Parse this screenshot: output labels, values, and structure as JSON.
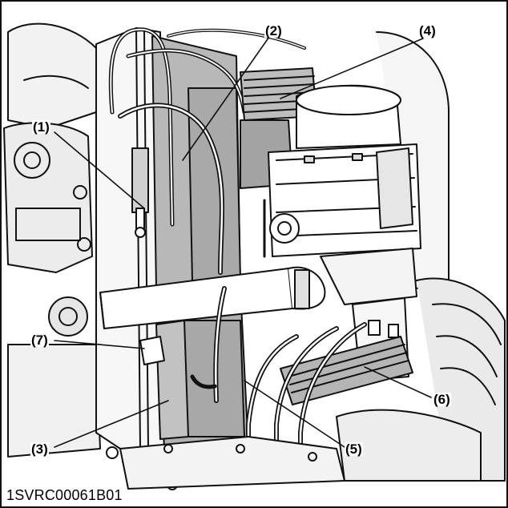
{
  "callouts": {
    "c1": "(1)",
    "c2": "(2)",
    "c3": "(3)",
    "c4": "(4)",
    "c5": "(5)",
    "c6": "(6)",
    "c7": "(7)"
  },
  "figure_id": "1SVRC00061B01",
  "colors": {
    "line": "#111111",
    "panel_gray": "#b3b3b3",
    "dark_gray": "#8c8c8c",
    "light_gray": "#dcdcdc",
    "background": "#ffffff"
  }
}
